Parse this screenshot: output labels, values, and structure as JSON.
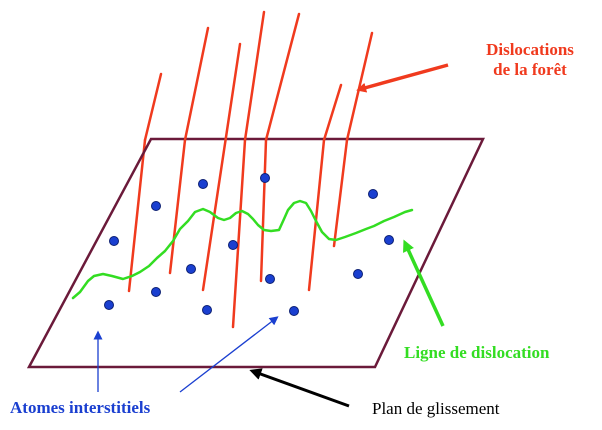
{
  "labels": {
    "forest_line1": "Dislocations",
    "forest_line2": "de la forêt",
    "dislocation_line": "Ligne de dislocation",
    "interstitial_atoms": "Atomes interstitiels",
    "slip_plane": "Plan de glissement"
  },
  "colors": {
    "forest": "#f03a1e",
    "dislocation_line": "#33dd22",
    "atoms_fill": "#1a3fd0",
    "atoms_label": "#1a3fd0",
    "plane_outline": "#6b1a3a",
    "plane_label": "#000000",
    "arrow_black": "#000000"
  }
}
